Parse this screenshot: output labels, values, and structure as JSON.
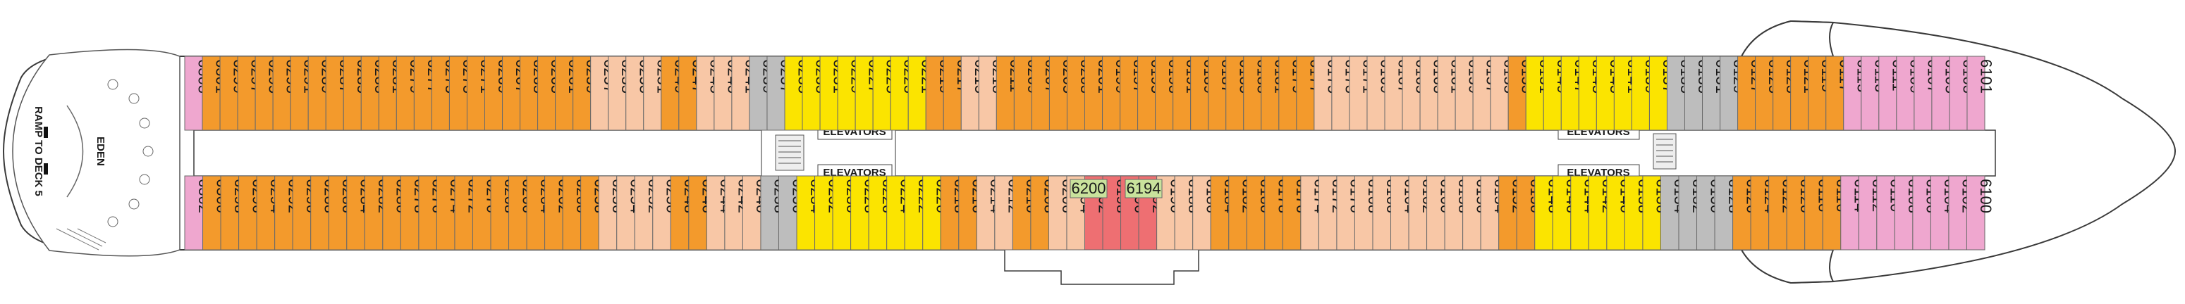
{
  "colors": {
    "orange": "#f39a2c",
    "peach": "#f8c7a6",
    "yellow": "#fbe400",
    "grey": "#bdbdbd",
    "pink": "#efa7cf",
    "red": "#ee6f72",
    "green": "#c9e29c",
    "hull_stroke": "#3a3a3a",
    "corridor": "#ffffff"
  },
  "labels": {
    "elevators": "ELEVATORS",
    "ramp": "RAMP TO DECK 5",
    "eden": "EDEN"
  },
  "extra_cabins": [
    {
      "num": "6200",
      "color": "green"
    },
    {
      "num": "6194",
      "color": "green"
    }
  ],
  "top_row": [
    {
      "num": "6303",
      "color": "pink"
    },
    {
      "num": "6301",
      "color": "orange"
    },
    {
      "num": "6299",
      "color": "orange"
    },
    {
      "num": "6297",
      "color": "orange"
    },
    {
      "num": "6295",
      "color": "orange"
    },
    {
      "num": "6293",
      "color": "orange"
    },
    {
      "num": "6291",
      "color": "orange"
    },
    {
      "num": "6289",
      "color": "orange"
    },
    {
      "num": "6287",
      "color": "orange"
    },
    {
      "num": "6285",
      "color": "orange"
    },
    {
      "num": "6283",
      "color": "orange"
    },
    {
      "num": "6281",
      "color": "orange"
    },
    {
      "num": "6279",
      "color": "orange"
    },
    {
      "num": "6277",
      "color": "orange"
    },
    {
      "num": "6275",
      "color": "orange"
    },
    {
      "num": "6273",
      "color": "orange"
    },
    {
      "num": "6271",
      "color": "orange"
    },
    {
      "num": "6269",
      "color": "orange"
    },
    {
      "num": "6267",
      "color": "orange"
    },
    {
      "num": "6265",
      "color": "orange"
    },
    {
      "num": "6263",
      "color": "orange"
    },
    {
      "num": "6261",
      "color": "orange"
    },
    {
      "num": "6259",
      "color": "orange"
    },
    {
      "num": "6257",
      "color": "peach"
    },
    {
      "num": "6255",
      "color": "peach"
    },
    {
      "num": "6253",
      "color": "peach"
    },
    {
      "num": "6251",
      "color": "peach"
    },
    {
      "num": "6249",
      "color": "orange"
    },
    {
      "num": "6247",
      "color": "orange"
    },
    {
      "num": "6245",
      "color": "peach"
    },
    {
      "num": "6243",
      "color": "peach"
    },
    {
      "num": "6241",
      "color": "peach"
    },
    {
      "num": "6239",
      "color": "grey"
    },
    {
      "num": "6237",
      "color": "grey"
    },
    {
      "num": "6235",
      "color": "yellow"
    },
    {
      "num": "6233",
      "color": "yellow"
    },
    {
      "num": "6231",
      "color": "yellow"
    },
    {
      "num": "6229",
      "color": "yellow"
    },
    {
      "num": "6227",
      "color": "yellow"
    },
    {
      "num": "6225",
      "color": "yellow"
    },
    {
      "num": "6223",
      "color": "yellow"
    },
    {
      "num": "6221",
      "color": "yellow"
    },
    {
      "num": "6219",
      "color": "orange"
    },
    {
      "num": "6217",
      "color": "orange"
    },
    {
      "num": "6215",
      "color": "peach"
    },
    {
      "num": "6213",
      "color": "peach"
    },
    {
      "num": "6211",
      "color": "orange"
    },
    {
      "num": "6209",
      "color": "orange"
    },
    {
      "num": "6207",
      "color": "orange"
    },
    {
      "num": "6205",
      "color": "orange"
    },
    {
      "num": "6203",
      "color": "orange"
    },
    {
      "num": "6201",
      "color": "orange"
    },
    {
      "num": "6199",
      "color": "orange"
    },
    {
      "num": "6197",
      "color": "orange"
    },
    {
      "num": "6195",
      "color": "orange"
    },
    {
      "num": "6193",
      "color": "orange"
    },
    {
      "num": "6191",
      "color": "orange"
    },
    {
      "num": "6189",
      "color": "orange"
    },
    {
      "num": "6187",
      "color": "orange"
    },
    {
      "num": "6185",
      "color": "orange"
    },
    {
      "num": "6183",
      "color": "orange"
    },
    {
      "num": "6181",
      "color": "orange"
    },
    {
      "num": "6179",
      "color": "orange"
    },
    {
      "num": "6177",
      "color": "orange"
    },
    {
      "num": "6175",
      "color": "peach"
    },
    {
      "num": "6173",
      "color": "peach"
    },
    {
      "num": "6171",
      "color": "peach"
    },
    {
      "num": "6169",
      "color": "peach"
    },
    {
      "num": "6167",
      "color": "peach"
    },
    {
      "num": "6165",
      "color": "peach"
    },
    {
      "num": "6163",
      "color": "peach"
    },
    {
      "num": "6161",
      "color": "peach"
    },
    {
      "num": "6159",
      "color": "peach"
    },
    {
      "num": "6157",
      "color": "peach"
    },
    {
      "num": "6155",
      "color": "peach"
    },
    {
      "num": "6153",
      "color": "orange"
    },
    {
      "num": "6151",
      "color": "yellow"
    },
    {
      "num": "6149",
      "color": "yellow"
    },
    {
      "num": "6147",
      "color": "yellow"
    },
    {
      "num": "6145",
      "color": "yellow"
    },
    {
      "num": "6143",
      "color": "yellow"
    },
    {
      "num": "6141",
      "color": "yellow"
    },
    {
      "num": "6139",
      "color": "yellow"
    },
    {
      "num": "6137",
      "color": "yellow"
    },
    {
      "num": "6135",
      "color": "grey"
    },
    {
      "num": "6133",
      "color": "grey"
    },
    {
      "num": "6131",
      "color": "grey"
    },
    {
      "num": "6129",
      "color": "grey"
    },
    {
      "num": "6127",
      "color": "orange"
    },
    {
      "num": "6125",
      "color": "orange"
    },
    {
      "num": "6123",
      "color": "orange"
    },
    {
      "num": "6121",
      "color": "orange"
    },
    {
      "num": "6119",
      "color": "orange"
    },
    {
      "num": "6117",
      "color": "orange"
    },
    {
      "num": "6115",
      "color": "pink"
    },
    {
      "num": "6113",
      "color": "pink"
    },
    {
      "num": "6111",
      "color": "pink"
    },
    {
      "num": "6109",
      "color": "pink"
    },
    {
      "num": "6107",
      "color": "pink"
    },
    {
      "num": "6105",
      "color": "pink"
    },
    {
      "num": "6103",
      "color": "pink"
    },
    {
      "num": "6101",
      "color": "pink"
    }
  ],
  "bottom_row": [
    {
      "num": "6302",
      "color": "pink"
    },
    {
      "num": "6300",
      "color": "orange"
    },
    {
      "num": "6298",
      "color": "orange"
    },
    {
      "num": "6296",
      "color": "orange"
    },
    {
      "num": "6294",
      "color": "orange"
    },
    {
      "num": "6292",
      "color": "orange"
    },
    {
      "num": "6290",
      "color": "orange"
    },
    {
      "num": "6288",
      "color": "orange"
    },
    {
      "num": "6286",
      "color": "orange"
    },
    {
      "num": "6284",
      "color": "orange"
    },
    {
      "num": "6282",
      "color": "orange"
    },
    {
      "num": "6280",
      "color": "orange"
    },
    {
      "num": "6278",
      "color": "orange"
    },
    {
      "num": "6276",
      "color": "orange"
    },
    {
      "num": "6274",
      "color": "orange"
    },
    {
      "num": "6272",
      "color": "orange"
    },
    {
      "num": "6270",
      "color": "orange"
    },
    {
      "num": "6268",
      "color": "orange"
    },
    {
      "num": "6266",
      "color": "orange"
    },
    {
      "num": "6264",
      "color": "orange"
    },
    {
      "num": "6262",
      "color": "orange"
    },
    {
      "num": "6260",
      "color": "orange"
    },
    {
      "num": "6258",
      "color": "orange"
    },
    {
      "num": "6256",
      "color": "peach"
    },
    {
      "num": "6254",
      "color": "peach"
    },
    {
      "num": "6252",
      "color": "peach"
    },
    {
      "num": "6250",
      "color": "peach"
    },
    {
      "num": "6248",
      "color": "orange"
    },
    {
      "num": "6246",
      "color": "orange"
    },
    {
      "num": "6244",
      "color": "peach"
    },
    {
      "num": "6242",
      "color": "peach"
    },
    {
      "num": "6240",
      "color": "peach"
    },
    {
      "num": "6238",
      "color": "grey"
    },
    {
      "num": "6236",
      "color": "grey"
    },
    {
      "num": "6234",
      "color": "yellow"
    },
    {
      "num": "6232",
      "color": "yellow"
    },
    {
      "num": "6230",
      "color": "yellow"
    },
    {
      "num": "6228",
      "color": "yellow"
    },
    {
      "num": "6226",
      "color": "yellow"
    },
    {
      "num": "6224",
      "color": "yellow"
    },
    {
      "num": "6222",
      "color": "yellow"
    },
    {
      "num": "6220",
      "color": "yellow"
    },
    {
      "num": "6218",
      "color": "orange"
    },
    {
      "num": "6216",
      "color": "orange"
    },
    {
      "num": "6214",
      "color": "peach"
    },
    {
      "num": "6212",
      "color": "peach"
    },
    {
      "num": "6210",
      "color": "orange"
    },
    {
      "num": "6208",
      "color": "orange"
    },
    {
      "num": "6206",
      "color": "peach"
    },
    {
      "num": "6204",
      "color": "peach"
    },
    {
      "num": "6202",
      "color": "red"
    },
    {
      "num": "6198",
      "color": "red"
    },
    {
      "num": "6196",
      "color": "red"
    },
    {
      "num": "6192",
      "color": "red"
    },
    {
      "num": "6190",
      "color": "peach"
    },
    {
      "num": "6188",
      "color": "peach"
    },
    {
      "num": "6186",
      "color": "peach"
    },
    {
      "num": "6184",
      "color": "orange"
    },
    {
      "num": "6182",
      "color": "orange"
    },
    {
      "num": "6180",
      "color": "orange"
    },
    {
      "num": "6178",
      "color": "orange"
    },
    {
      "num": "6176",
      "color": "orange"
    },
    {
      "num": "6174",
      "color": "peach"
    },
    {
      "num": "6172",
      "color": "peach"
    },
    {
      "num": "6170",
      "color": "peach"
    },
    {
      "num": "6168",
      "color": "peach"
    },
    {
      "num": "6166",
      "color": "peach"
    },
    {
      "num": "6164",
      "color": "peach"
    },
    {
      "num": "6162",
      "color": "peach"
    },
    {
      "num": "6160",
      "color": "peach"
    },
    {
      "num": "6158",
      "color": "peach"
    },
    {
      "num": "6156",
      "color": "peach"
    },
    {
      "num": "6154",
      "color": "peach"
    },
    {
      "num": "6152",
      "color": "orange"
    },
    {
      "num": "6150",
      "color": "orange"
    },
    {
      "num": "6148",
      "color": "yellow"
    },
    {
      "num": "6146",
      "color": "yellow"
    },
    {
      "num": "6144",
      "color": "yellow"
    },
    {
      "num": "6142",
      "color": "yellow"
    },
    {
      "num": "6140",
      "color": "yellow"
    },
    {
      "num": "6138",
      "color": "yellow"
    },
    {
      "num": "6136",
      "color": "yellow"
    },
    {
      "num": "6134",
      "color": "grey"
    },
    {
      "num": "6132",
      "color": "grey"
    },
    {
      "num": "6130",
      "color": "grey"
    },
    {
      "num": "6128",
      "color": "grey"
    },
    {
      "num": "6126",
      "color": "orange"
    },
    {
      "num": "6124",
      "color": "orange"
    },
    {
      "num": "6122",
      "color": "orange"
    },
    {
      "num": "6120",
      "color": "orange"
    },
    {
      "num": "6118",
      "color": "orange"
    },
    {
      "num": "6116",
      "color": "orange"
    },
    {
      "num": "6114",
      "color": "pink"
    },
    {
      "num": "6112",
      "color": "pink"
    },
    {
      "num": "6110",
      "color": "pink"
    },
    {
      "num": "6108",
      "color": "pink"
    },
    {
      "num": "6106",
      "color": "pink"
    },
    {
      "num": "6104",
      "color": "pink"
    },
    {
      "num": "6102",
      "color": "pink"
    },
    {
      "num": "6100",
      "color": "pink"
    }
  ]
}
